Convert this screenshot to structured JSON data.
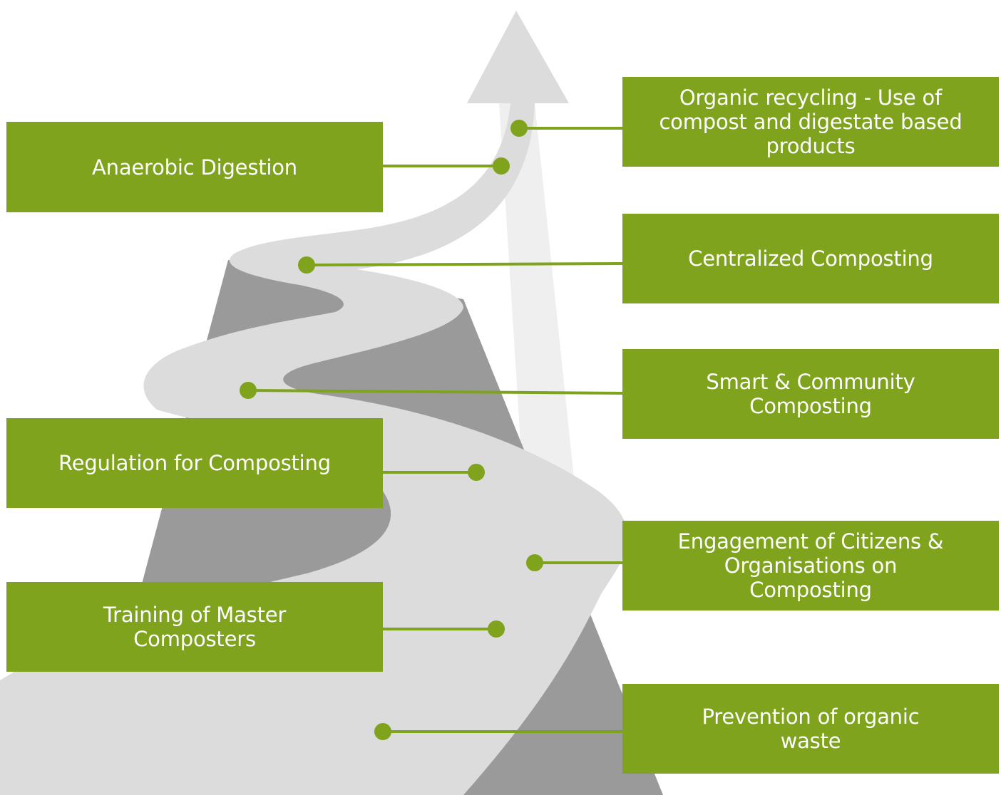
{
  "colors": {
    "box_fill": "#7fa31c",
    "box_text": "#ffffff",
    "connector": "#7fa31c",
    "mountain_dark": "#9a9a9a",
    "path_light": "#dcdcdc",
    "arrow_light": "#efefef"
  },
  "steps": [
    {
      "label": "Prevention of organic\nwaste"
    },
    {
      "label": "Training of Master\nComposters"
    },
    {
      "label": "Engagement of Citizens &\nOrganisations  on\nComposting"
    },
    {
      "label": "Regulation for Composting"
    },
    {
      "label": "Smart & Community\nComposting"
    },
    {
      "label": "Centralized Composting"
    },
    {
      "label": "Anaerobic Digestion"
    },
    {
      "label": "Organic recycling - Use of\ncompost and digestate based\nproducts"
    }
  ]
}
